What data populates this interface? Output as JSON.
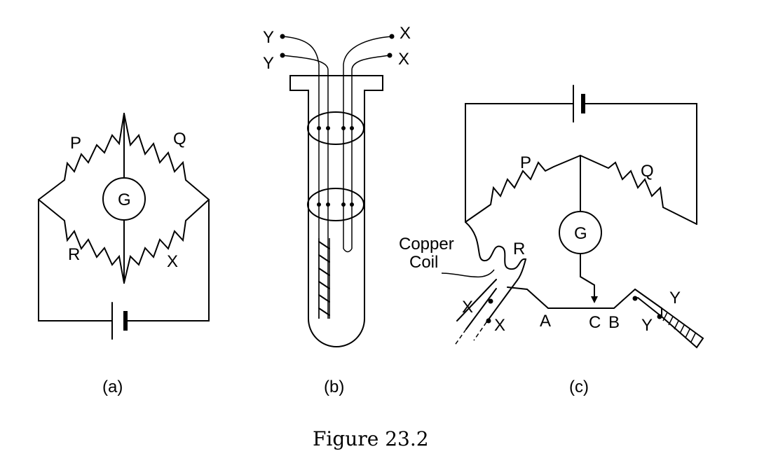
{
  "figure_caption": "Figure 23.2",
  "panel_a": {
    "caption": "(a)",
    "labels": {
      "p": "P",
      "q": "Q",
      "r": "R",
      "x": "X",
      "g": "G"
    }
  },
  "panel_b": {
    "caption": "(b)",
    "labels": {
      "y1": "Y",
      "y2": "Y",
      "x1": "X",
      "x2": "X"
    }
  },
  "panel_c": {
    "caption": "(c)",
    "labels": {
      "p": "P",
      "q": "Q",
      "r": "R",
      "g": "G",
      "copper_coil_line1": "Copper",
      "copper_coil_line2": "Coil",
      "x1": "X",
      "x2": "X",
      "y1": "Y",
      "y2": "Y",
      "a": "A",
      "c": "C",
      "b": "B"
    }
  }
}
